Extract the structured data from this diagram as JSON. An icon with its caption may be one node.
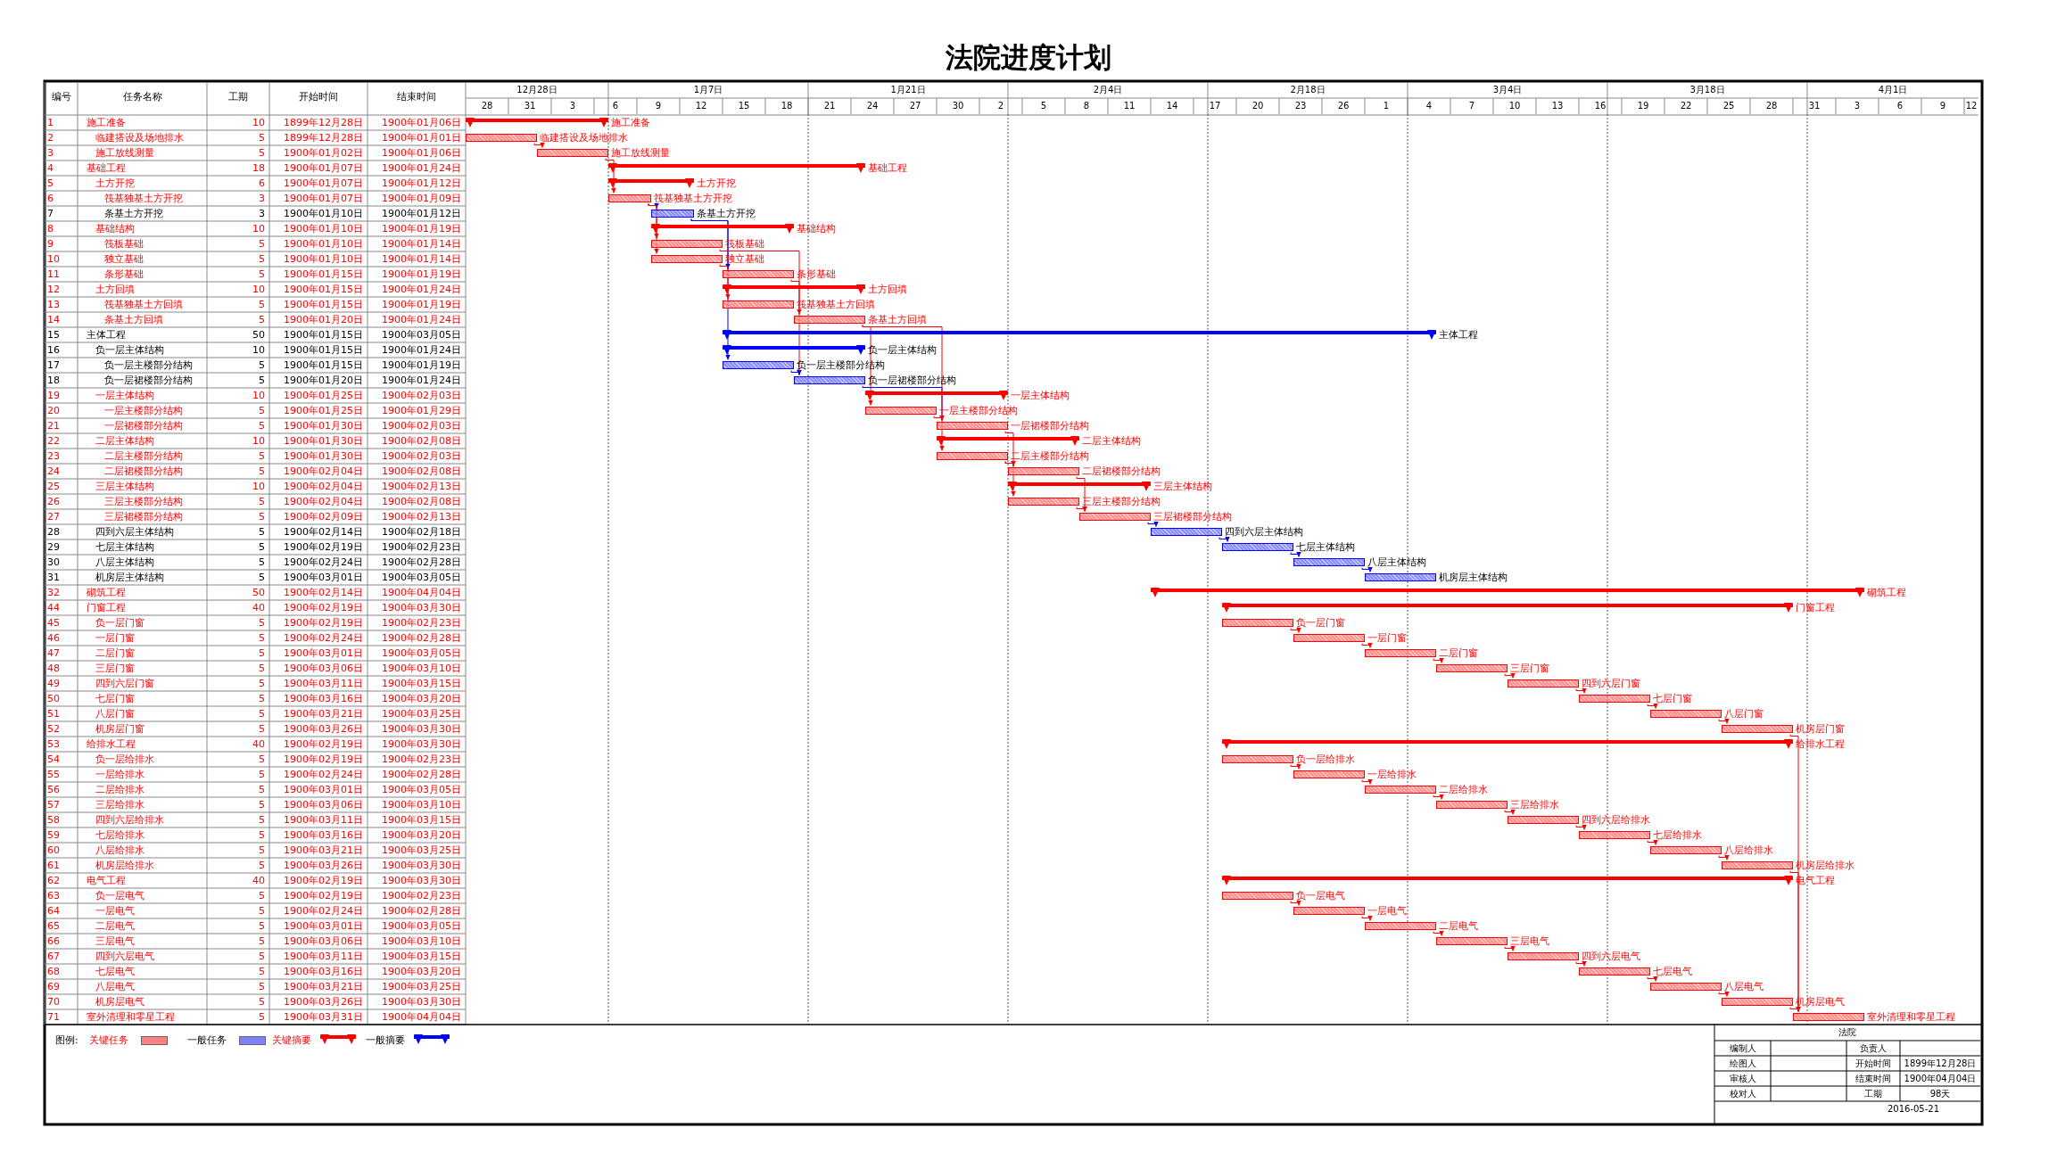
{
  "diagram": {
    "title": "法院进度计划",
    "nodes": [
      {
        "text": [],
        "shape": "bar",
        "beside": [
          "施工准备"
        ]
      },
      {
        "text": [],
        "shape": "bar",
        "beside": [
          "临建搭设及场地排水"
        ]
      },
      {
        "text": [],
        "shape": "bar",
        "beside": [
          "施工放线测量"
        ]
      },
      {
        "text": [],
        "shape": "bar",
        "beside": [
          "基础工程"
        ]
      },
      {
        "text": [],
        "shape": "bar",
        "beside": [
          "土方开挖"
        ]
      },
      {
        "text": [],
        "shape": "bar",
        "beside": [
          "筏基独基土方开挖"
        ]
      },
      {
        "text": [],
        "shape": "bar",
        "beside": [
          "条基土方开挖"
        ]
      },
      {
        "text": [],
        "shape": "bar",
        "beside": [
          "基础结构"
        ]
      },
      {
        "text": [],
        "shape": "bar",
        "beside": [
          "筏板基础"
        ]
      },
      {
        "text": [],
        "shape": "bar",
        "beside": [
          "独立基础"
        ]
      },
      {
        "text": [],
        "shape": "bar",
        "beside": [
          "条形基础"
        ]
      },
      {
        "text": [],
        "shape": "bar",
        "beside": [
          "土方回填"
        ]
      },
      {
        "text": [],
        "shape": "bar",
        "beside": [
          "筏基独基土方回填"
        ]
      },
      {
        "text": [],
        "shape": "bar",
        "beside": [
          "条基土方回填"
        ]
      },
      {
        "text": [],
        "shape": "bar",
        "beside": [
          "主体工程"
        ]
      },
      {
        "text": [],
        "shape": "bar",
        "beside": [
          "负一层主体结构"
        ]
      },
      {
        "text": [],
        "shape": "bar",
        "beside": [
          "负一层主楼部分结构"
        ]
      },
      {
        "text": [],
        "shape": "bar",
        "beside": [
          "负一层裙楼部分结构"
        ]
      },
      {
        "text": [],
        "shape": "bar",
        "beside": [
          "一层主体结构"
        ]
      },
      {
        "text": [],
        "shape": "bar",
        "beside": [
          "一层主楼部分结构"
        ]
      },
      {
        "text": [],
        "shape": "bar",
        "beside": [
          "一层裙楼部分结构"
        ]
      },
      {
        "text": [],
        "shape": "bar",
        "beside": [
          "二层主体结构"
        ]
      },
      {
        "text": [],
        "shape": "bar",
        "beside": [
          "二层主楼部分结构"
        ]
      },
      {
        "text": [],
        "shape": "bar",
        "beside": [
          "二层裙楼部分结构"
        ]
      },
      {
        "text": [],
        "shape": "bar",
        "beside": [
          "三层主体结构"
        ]
      },
      {
        "text": [],
        "shape": "bar",
        "beside": [
          "三层主楼部分结构"
        ]
      },
      {
        "text": [],
        "shape": "bar",
        "beside": [
          "三层裙楼部分结构"
        ]
      },
      {
        "text": [],
        "shape": "bar",
        "beside": [
          "四到六层主体结构"
        ]
      },
      {
        "text": [],
        "shape": "bar",
        "beside": [
          "七层主体结构"
        ]
      },
      {
        "text": [],
        "shape": "bar",
        "beside": [
          "八层主体结构"
        ]
      },
      {
        "text": [],
        "shape": "bar",
        "beside": [
          "机房层主体结构"
        ]
      },
      {
        "text": [],
        "shape": "bar",
        "beside": [
          "砌筑工程"
        ]
      },
      {
        "text": [],
        "shape": "bar",
        "beside": [
          "门窗工程"
        ]
      },
      {
        "text": [],
        "shape": "bar",
        "beside": [
          "负一层门窗"
        ]
      },
      {
        "text": [],
        "shape": "bar",
        "beside": [
          "一层门窗"
        ]
      },
      {
        "text": [],
        "shape": "bar",
        "beside": [
          "二层门窗"
        ]
      },
      {
        "text": [],
        "shape": "bar",
        "beside": [
          "三层门窗"
        ]
      },
      {
        "text": [],
        "shape": "bar",
        "beside": [
          "四到六层门窗"
        ]
      },
      {
        "text": [],
        "shape": "bar",
        "beside": [
          "七层门窗"
        ]
      },
      {
        "text": [],
        "shape": "bar",
        "beside": [
          "八层门窗"
        ]
      },
      {
        "text": [],
        "shape": "bar",
        "beside": [
          "机房层门窗"
        ]
      },
      {
        "text": [],
        "shape": "bar",
        "beside": [
          "给排水工程"
        ]
      },
      {
        "text": [],
        "shape": "bar",
        "beside": [
          "负一层给排水"
        ]
      },
      {
        "text": [],
        "shape": "bar",
        "beside": [
          "一层给排水"
        ]
      },
      {
        "text": [],
        "shape": "bar",
        "beside": [
          "二层给排水"
        ]
      },
      {
        "text": [],
        "shape": "bar",
        "beside": [
          "三层给排水"
        ]
      },
      {
        "text": [],
        "shape": "bar",
        "beside": [
          "四到六层给排水"
        ]
      },
      {
        "text": [],
        "shape": "bar",
        "beside": [
          "七层给排水"
        ]
      },
      {
        "text": [],
        "shape": "bar",
        "beside": [
          "八层给排水"
        ]
      },
      {
        "text": [],
        "shape": "bar",
        "beside": [
          "机房层给排水"
        ]
      },
      {
        "text": [],
        "shape": "bar",
        "beside": [
          "电气工程"
        ]
      },
      {
        "text": [],
        "shape": "bar",
        "beside": [
          "负一层电气"
        ]
      },
      {
        "text": [],
        "shape": "bar",
        "beside": [
          "一层电气"
        ]
      },
      {
        "text": [],
        "shape": "bar",
        "beside": [
          "二层电气"
        ]
      },
      {
        "text": [],
        "shape": "bar",
        "beside": [
          "三层电气"
        ]
      },
      {
        "text": [],
        "shape": "bar",
        "beside": [
          "四到六层电气"
        ]
      },
      {
        "text": [],
        "shape": "bar",
        "beside": [
          "七层电气"
        ]
      },
      {
        "text": [],
        "shape": "bar",
        "beside": [
          "八层电气"
        ]
      },
      {
        "text": [],
        "shape": "bar",
        "beside": [
          "机房层电气"
        ]
      },
      {
        "text": [],
        "shape": "bar",
        "beside": [
          "室外清理和零星工程"
        ]
      }
    ],
    "edges": [
      {
        "from": 1,
        "to": 2,
        "arrow": "to"
      },
      {
        "from": 2,
        "to": 5,
        "arrow": "to"
      },
      {
        "from": 5,
        "to": 6,
        "arrow": "to",
        "color": "#0000ff"
      },
      {
        "from": 5,
        "to": 8,
        "arrow": "to"
      },
      {
        "from": 5,
        "to": 9,
        "arrow": "to"
      },
      {
        "from": 6,
        "to": 10,
        "arrow": "to",
        "color": "#0000ff"
      },
      {
        "from": 6,
        "to": 16,
        "arrow": "to",
        "color": "#0000ff"
      },
      {
        "from": 9,
        "to": 12,
        "arrow": "to"
      },
      {
        "from": 8,
        "to": 17,
        "arrow": "to"
      },
      {
        "from": 10,
        "to": 13,
        "arrow": "to"
      },
      {
        "from": 13,
        "to": 19,
        "arrow": "to"
      },
      {
        "from": 16,
        "to": 17,
        "arrow": "to",
        "color": "#0000ff"
      },
      {
        "from": 17,
        "to": 20,
        "arrow": "to",
        "color": "#0000ff"
      },
      {
        "from": 19,
        "to": 20,
        "arrow": "to"
      },
      {
        "from": 13,
        "to": 22,
        "arrow": "to"
      },
      {
        "from": 20,
        "to": 23,
        "arrow": "to"
      },
      {
        "from": 22,
        "to": 23,
        "arrow": "to"
      },
      {
        "from": 22,
        "to": 25,
        "arrow": "to"
      },
      {
        "from": 23,
        "to": 26,
        "arrow": "to"
      },
      {
        "from": 25,
        "to": 26,
        "arrow": "to"
      },
      {
        "from": 26,
        "to": 27,
        "arrow": "to",
        "color": "#0000ff"
      },
      {
        "from": 27,
        "to": 28,
        "arrow": "to",
        "color": "#0000ff"
      },
      {
        "from": 28,
        "to": 29,
        "arrow": "to",
        "color": "#0000ff"
      },
      {
        "from": 29,
        "to": 30,
        "arrow": "to",
        "color": "#0000ff"
      },
      {
        "from": 33,
        "to": 34,
        "arrow": "to"
      },
      {
        "from": 34,
        "to": 35,
        "arrow": "to"
      },
      {
        "from": 35,
        "to": 36,
        "arrow": "to"
      },
      {
        "from": 36,
        "to": 37,
        "arrow": "to"
      },
      {
        "from": 37,
        "to": 38,
        "arrow": "to"
      },
      {
        "from": 38,
        "to": 39,
        "arrow": "to"
      },
      {
        "from": 39,
        "to": 40,
        "arrow": "to"
      },
      {
        "from": 42,
        "to": 43,
        "arrow": "to"
      },
      {
        "from": 43,
        "to": 44,
        "arrow": "to"
      },
      {
        "from": 44,
        "to": 45,
        "arrow": "to"
      },
      {
        "from": 45,
        "to": 46,
        "arrow": "to"
      },
      {
        "from": 46,
        "to": 47,
        "arrow": "to"
      },
      {
        "from": 47,
        "to": 48,
        "arrow": "to"
      },
      {
        "from": 48,
        "to": 49,
        "arrow": "to"
      },
      {
        "from": 51,
        "to": 52,
        "arrow": "to"
      },
      {
        "from": 52,
        "to": 53,
        "arrow": "to"
      },
      {
        "from": 53,
        "to": 54,
        "arrow": "to"
      },
      {
        "from": 54,
        "to": 55,
        "arrow": "to"
      },
      {
        "from": 55,
        "to": 56,
        "arrow": "to"
      },
      {
        "from": 56,
        "to": 57,
        "arrow": "to"
      },
      {
        "from": 57,
        "to": 58,
        "arrow": "to"
      },
      {
        "from": 40,
        "to": 59,
        "arrow": "to"
      },
      {
        "from": 49,
        "to": 59,
        "arrow": "to"
      },
      {
        "from": 58,
        "to": 59,
        "arrow": "to"
      }
    ],
    "labels": [
      "编号",
      "任务名称",
      "工期",
      "开始时间",
      "结束时间",
      "12月28日",
      "1月7日",
      "1月21日",
      "2月4日",
      "2月18日",
      "3月4日",
      "3月18日",
      "4月1日",
      "28",
      "31",
      "3",
      "6",
      "9",
      "12",
      "15",
      "18",
      "21",
      "24",
      "27",
      "30",
      "2",
      "5",
      "8",
      "11",
      "14",
      "17",
      "20",
      "23",
      "26",
      "1",
      "4",
      "7",
      "10",
      "13",
      "16",
      "19",
      "22",
      "25",
      "28",
      "31",
      "3",
      "6",
      "9",
      "12",
      "1",
      "施工准备",
      "10",
      "1899年12月28日",
      "1900年01月06日",
      "2",
      "临建搭设及场地排水",
      "5",
      "1899年12月28日",
      "1900年01月01日",
      "3",
      "施工放线测量",
      "5",
      "1900年01月02日",
      "1900年01月06日",
      "4",
      "基础工程",
      "18",
      "1900年01月07日",
      "1900年01月24日",
      "5",
      "土方开挖",
      "6",
      "1900年01月07日",
      "1900年01月12日",
      "6",
      "筏基独基土方开挖",
      "3",
      "1900年01月07日",
      "1900年01月09日",
      "7",
      "条基土方开挖",
      "3",
      "1900年01月10日",
      "1900年01月12日",
      "8",
      "基础结构",
      "10",
      "1900年01月10日",
      "1900年01月19日",
      "9",
      "筏板基础",
      "5",
      "1900年01月10日",
      "1900年01月14日",
      "10",
      "独立基础",
      "5",
      "1900年01月10日",
      "1900年01月14日",
      "11",
      "条形基础",
      "5",
      "1900年01月15日",
      "1900年01月19日",
      "12",
      "土方回填",
      "10",
      "1900年01月15日",
      "1900年01月24日",
      "13",
      "筏基独基土方回填",
      "5",
      "1900年01月15日",
      "1900年01月19日",
      "14",
      "条基土方回填",
      "5",
      "1900年01月20日",
      "1900年01月24日",
      "15",
      "主体工程",
      "50",
      "1900年01月15日",
      "1900年03月05日",
      "16",
      "负一层主体结构",
      "10",
      "1900年01月15日",
      "1900年01月24日",
      "17",
      "负一层主楼部分结构",
      "5",
      "1900年01月15日",
      "1900年01月19日",
      "18",
      "负一层裙楼部分结构",
      "5",
      "1900年01月20日",
      "1900年01月24日",
      "19",
      "一层主体结构",
      "10",
      "1900年01月25日",
      "1900年02月03日",
      "20",
      "一层主楼部分结构",
      "5",
      "1900年01月25日",
      "1900年01月29日",
      "21",
      "一层裙楼部分结构",
      "5",
      "1900年01月30日",
      "1900年02月03日",
      "22",
      "二层主体结构",
      "10",
      "1900年01月30日",
      "1900年02月08日",
      "23",
      "二层主楼部分结构",
      "5",
      "1900年01月30日",
      "1900年02月03日",
      "24",
      "二层裙楼部分结构",
      "5",
      "1900年02月04日",
      "1900年02月08日",
      "25",
      "三层主体结构",
      "10",
      "1900年02月04日",
      "1900年02月13日",
      "26",
      "三层主楼部分结构",
      "5",
      "1900年02月04日",
      "1900年02月08日",
      "27",
      "三层裙楼部分结构",
      "5",
      "1900年02月09日",
      "1900年02月13日",
      "28",
      "四到六层主体结构",
      "5",
      "1900年02月14日",
      "1900年02月18日",
      "29",
      "七层主体结构",
      "5",
      "1900年02月19日",
      "1900年02月23日",
      "30",
      "八层主体结构",
      "5",
      "1900年02月24日",
      "1900年02月28日",
      "31",
      "机房层主体结构",
      "5",
      "1900年03月01日",
      "1900年03月05日",
      "32",
      "砌筑工程",
      "50",
      "1900年02月14日",
      "1900年04月04日",
      "44",
      "门窗工程",
      "40",
      "1900年02月19日",
      "1900年03月30日",
      "45",
      "负一层门窗",
      "5",
      "1900年02月19日",
      "1900年02月23日",
      "46",
      "一层门窗",
      "5",
      "1900年02月24日",
      "1900年02月28日",
      "47",
      "二层门窗",
      "5",
      "1900年03月01日",
      "1900年03月05日",
      "48",
      "三层门窗",
      "5",
      "1900年03月06日",
      "1900年03月10日",
      "49",
      "四到六层门窗",
      "5",
      "1900年03月11日",
      "1900年03月15日",
      "50",
      "七层门窗",
      "5",
      "1900年03月16日",
      "1900年03月20日",
      "51",
      "八层门窗",
      "5",
      "1900年03月21日",
      "1900年03月25日",
      "52",
      "机房层门窗",
      "5",
      "1900年03月26日",
      "1900年03月30日",
      "53",
      "给排水工程",
      "40",
      "1900年02月19日",
      "1900年03月30日",
      "54",
      "负一层给排水",
      "5",
      "1900年02月19日",
      "1900年02月23日",
      "55",
      "一层给排水",
      "5",
      "1900年02月24日",
      "1900年02月28日",
      "56",
      "二层给排水",
      "5",
      "1900年03月01日",
      "1900年03月05日",
      "57",
      "三层给排水",
      "5",
      "1900年03月06日",
      "1900年03月10日",
      "58",
      "四到六层给排水",
      "5",
      "1900年03月11日",
      "1900年03月15日",
      "59",
      "七层给排水",
      "5",
      "1900年03月16日",
      "1900年03月20日",
      "60",
      "八层给排水",
      "5",
      "1900年03月21日",
      "1900年03月25日",
      "61",
      "机房层给排水",
      "5",
      "1900年03月26日",
      "1900年03月30日",
      "62",
      "电气工程",
      "40",
      "1900年02月19日",
      "1900年03月30日",
      "63",
      "负一层电气",
      "5",
      "1900年02月19日",
      "1900年02月23日",
      "64",
      "一层电气",
      "5",
      "1900年02月24日",
      "1900年02月28日",
      "65",
      "二层电气",
      "5",
      "1900年03月01日",
      "1900年03月05日",
      "66",
      "三层电气",
      "5",
      "1900年03月06日",
      "1900年03月10日",
      "67",
      "四到六层电气",
      "5",
      "1900年03月11日",
      "1900年03月15日",
      "68",
      "七层电气",
      "5",
      "1900年03月16日",
      "1900年03月20日",
      "69",
      "八层电气",
      "5",
      "1900年03月21日",
      "1900年03月25日",
      "70",
      "机房层电气",
      "5",
      "1900年03月26日",
      "1900年03月30日",
      "71",
      "室外清理和零星工程",
      "5",
      "1900年03月31日",
      "1900年04月04日",
      "图例:",
      "法院",
      "编制人",
      "负责人",
      "绘图人",
      "开始时间",
      "1899年12月28日",
      "审核人",
      "结束时间",
      "1900年04月04日",
      "校对人",
      "工期",
      "98天",
      "2016-05-21"
    ],
    "legend": [
      {
        "text": "关键任务",
        "color": "#ff8080"
      },
      {
        "text": "一般任务",
        "color": "#8080ff"
      },
      {
        "text": "关键摘要"
      },
      {
        "text": "一般摘要"
      }
    ]
  }
}
